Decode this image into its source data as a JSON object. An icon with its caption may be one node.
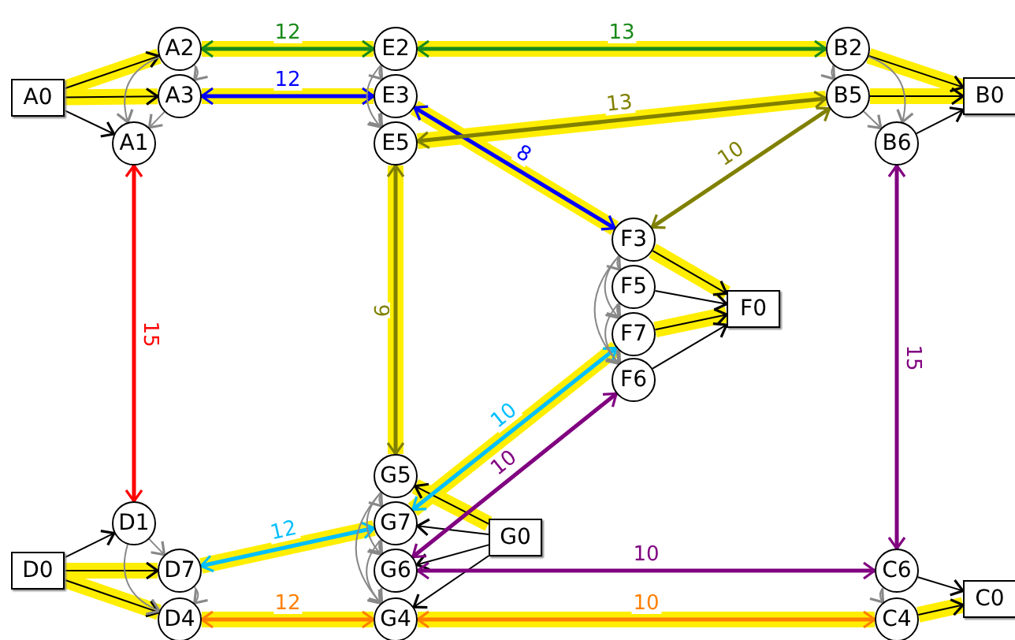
{
  "diagram": {
    "nodes": [
      {
        "text": [
          "A0"
        ]
      },
      {
        "text": [
          "A2"
        ]
      },
      {
        "text": [
          "A3"
        ]
      },
      {
        "text": [
          "A1"
        ]
      },
      {
        "text": [
          "E2"
        ]
      },
      {
        "text": [
          "E3"
        ]
      },
      {
        "text": [
          "E5"
        ]
      },
      {
        "text": [
          "B2"
        ]
      },
      {
        "text": [
          "B5"
        ]
      },
      {
        "text": [
          "B6"
        ]
      },
      {
        "text": [
          "B0"
        ]
      },
      {
        "text": [
          "F3"
        ]
      },
      {
        "text": [
          "F5"
        ]
      },
      {
        "text": [
          "F7"
        ]
      },
      {
        "text": [
          "F6"
        ]
      },
      {
        "text": [
          "F0"
        ]
      },
      {
        "text": [
          "G5"
        ]
      },
      {
        "text": [
          "G7"
        ]
      },
      {
        "text": [
          "G6"
        ]
      },
      {
        "text": [
          "G4"
        ]
      },
      {
        "text": [
          "G0"
        ]
      },
      {
        "text": [
          "D1"
        ]
      },
      {
        "text": [
          "D0"
        ]
      },
      {
        "text": [
          "D7"
        ]
      },
      {
        "text": [
          "D4"
        ]
      },
      {
        "text": [
          "C6"
        ]
      },
      {
        "text": [
          "C4"
        ]
      },
      {
        "text": [
          "C0"
        ]
      }
    ],
    "edges": [
      {
        "from": 0,
        "to": 1,
        "arrow": "to",
        "color": "#000000"
      },
      {
        "from": 0,
        "to": 2,
        "arrow": "to",
        "color": "#000000"
      },
      {
        "from": 0,
        "to": 3,
        "arrow": "to",
        "color": "#000000"
      },
      {
        "from": 7,
        "to": 10,
        "arrow": "to",
        "color": "#000000"
      },
      {
        "from": 8,
        "to": 10,
        "arrow": "to",
        "color": "#000000"
      },
      {
        "from": 9,
        "to": 10,
        "arrow": "to",
        "color": "#000000"
      },
      {
        "from": 11,
        "to": 15,
        "arrow": "to",
        "color": "#000000"
      },
      {
        "from": 12,
        "to": 15,
        "arrow": "to",
        "color": "#000000"
      },
      {
        "from": 13,
        "to": 15,
        "arrow": "to",
        "color": "#000000"
      },
      {
        "from": 14,
        "to": 15,
        "arrow": "to",
        "color": "#000000"
      },
      {
        "from": 20,
        "to": 16,
        "arrow": "to",
        "color": "#000000"
      },
      {
        "from": 20,
        "to": 17,
        "arrow": "to",
        "color": "#000000"
      },
      {
        "from": 20,
        "to": 18,
        "arrow": "to",
        "color": "#000000"
      },
      {
        "from": 20,
        "to": 19,
        "arrow": "to",
        "color": "#000000"
      },
      {
        "from": 22,
        "to": 21,
        "arrow": "to",
        "color": "#000000"
      },
      {
        "from": 22,
        "to": 23,
        "arrow": "to",
        "color": "#000000"
      },
      {
        "from": 22,
        "to": 24,
        "arrow": "to",
        "color": "#000000"
      },
      {
        "from": 25,
        "to": 27,
        "arrow": "to",
        "color": "#000000"
      },
      {
        "from": 26,
        "to": 27,
        "arrow": "to",
        "color": "#000000"
      },
      {
        "from": 1,
        "to": 4,
        "arrow": "both",
        "label": "12",
        "color": "#1a8a1a",
        "style": "thick"
      },
      {
        "from": 4,
        "to": 7,
        "arrow": "both",
        "label": "13",
        "color": "#1a8a1a",
        "style": "thick"
      },
      {
        "from": 2,
        "to": 5,
        "arrow": "both",
        "label": "12",
        "color": "#0000ff",
        "style": "thick"
      },
      {
        "from": 5,
        "to": 11,
        "arrow": "both",
        "label": "8",
        "color": "#0000ff",
        "style": "thick"
      },
      {
        "from": 6,
        "to": 8,
        "arrow": "both",
        "label": "13",
        "color": "#808000",
        "style": "thick"
      },
      {
        "from": 11,
        "to": 8,
        "arrow": "both",
        "label": "10",
        "color": "#808000",
        "style": "thick"
      },
      {
        "from": 6,
        "to": 16,
        "arrow": "both",
        "label": "9",
        "color": "#808000",
        "style": "thick"
      },
      {
        "from": 3,
        "to": 21,
        "arrow": "both",
        "label": "15",
        "color": "#ff0000",
        "style": "thick"
      },
      {
        "from": 17,
        "to": 13,
        "arrow": "both",
        "label": "10",
        "color": "#00bfff",
        "style": "thick"
      },
      {
        "from": 18,
        "to": 14,
        "arrow": "both",
        "label": "10",
        "color": "#800080",
        "style": "thick"
      },
      {
        "from": 23,
        "to": 17,
        "arrow": "both",
        "label": "12",
        "color": "#00bfff",
        "style": "thick"
      },
      {
        "from": 18,
        "to": 25,
        "arrow": "both",
        "label": "10",
        "color": "#800080",
        "style": "thick"
      },
      {
        "from": 9,
        "to": 25,
        "arrow": "both",
        "label": "15",
        "color": "#800080",
        "style": "thick"
      },
      {
        "from": 24,
        "to": 19,
        "arrow": "both",
        "label": "12",
        "color": "#ff8000",
        "style": "thick"
      },
      {
        "from": 19,
        "to": 26,
        "arrow": "both",
        "label": "10",
        "color": "#ff8000",
        "style": "thick"
      },
      {
        "from": 1,
        "to": 2,
        "arrow": "to",
        "color": "#888888"
      },
      {
        "from": 1,
        "to": 3,
        "arrow": "to",
        "color": "#888888"
      },
      {
        "from": 2,
        "to": 3,
        "arrow": "to",
        "color": "#888888"
      },
      {
        "from": 4,
        "to": 5,
        "arrow": "to",
        "color": "#888888"
      },
      {
        "from": 4,
        "to": 6,
        "arrow": "to",
        "color": "#888888"
      },
      {
        "from": 5,
        "to": 6,
        "arrow": "to",
        "color": "#888888"
      },
      {
        "from": 7,
        "to": 8,
        "arrow": "to",
        "color": "#888888"
      },
      {
        "from": 7,
        "to": 9,
        "arrow": "to",
        "color": "#888888"
      },
      {
        "from": 8,
        "to": 9,
        "arrow": "to",
        "color": "#888888"
      },
      {
        "from": 11,
        "to": 12,
        "arrow": "to",
        "color": "#888888"
      },
      {
        "from": 11,
        "to": 13,
        "arrow": "to",
        "color": "#888888"
      },
      {
        "from": 11,
        "to": 14,
        "arrow": "to",
        "color": "#888888"
      },
      {
        "from": 12,
        "to": 13,
        "arrow": "to",
        "color": "#888888"
      },
      {
        "from": 12,
        "to": 14,
        "arrow": "to",
        "color": "#888888"
      },
      {
        "from": 13,
        "to": 14,
        "arrow": "to",
        "color": "#888888"
      },
      {
        "from": 16,
        "to": 17,
        "arrow": "to",
        "color": "#888888"
      },
      {
        "from": 16,
        "to": 18,
        "arrow": "to",
        "color": "#888888"
      },
      {
        "from": 16,
        "to": 19,
        "arrow": "to",
        "color": "#888888"
      },
      {
        "from": 17,
        "to": 18,
        "arrow": "to",
        "color": "#888888"
      },
      {
        "from": 17,
        "to": 19,
        "arrow": "to",
        "color": "#888888"
      },
      {
        "from": 18,
        "to": 19,
        "arrow": "to",
        "color": "#888888"
      },
      {
        "from": 21,
        "to": 23,
        "arrow": "to",
        "color": "#888888"
      },
      {
        "from": 21,
        "to": 24,
        "arrow": "to",
        "color": "#888888"
      },
      {
        "from": 23,
        "to": 24,
        "arrow": "to",
        "color": "#888888"
      },
      {
        "from": 25,
        "to": 26,
        "arrow": "to",
        "color": "#888888"
      }
    ]
  }
}
